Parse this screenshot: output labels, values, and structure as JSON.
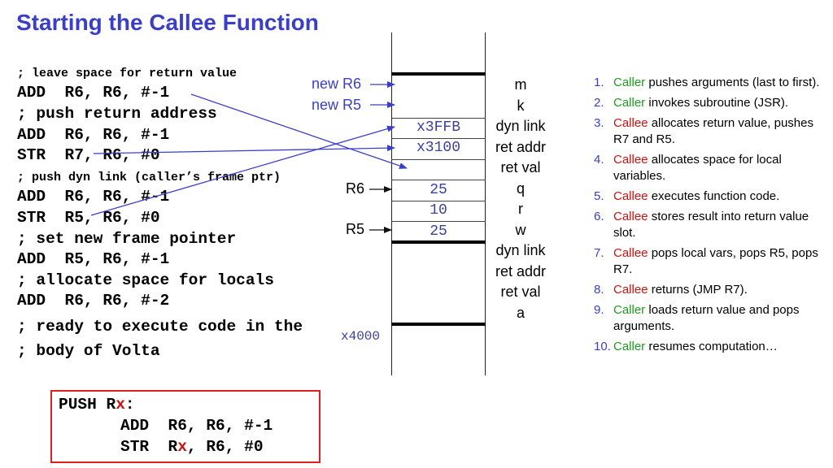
{
  "title": "Starting the Callee Function",
  "code_lines": [
    "; leave space for return value",
    "ADD  R6, R6, #-1",
    "; push return address",
    "ADD  R6, R6, #-1",
    "STR  R7, R6, #0",
    "; push dyn link (caller’s frame ptr)",
    "ADD  R6, R6, #-1",
    "STR  R5, R6, #0",
    "; set new frame pointer",
    "ADD  R5, R6, #-1",
    "; allocate space for locals",
    "ADD  R6, R6, #-2",
    "; ready to execute code in the",
    "; body of Volta"
  ],
  "stack": {
    "pointers": {
      "new_r6": "new R6",
      "new_r5": "new R5",
      "r6": "R6",
      "r5": "R5"
    },
    "cell_values": [
      "x3FFB",
      "x3100",
      "25",
      "10",
      "25"
    ],
    "frame_labels": [
      "m",
      "k",
      "dyn link",
      "ret addr",
      "ret val",
      "q",
      "r",
      "w",
      "dyn link",
      "ret addr",
      "ret val",
      "a"
    ],
    "base_address": "x4000"
  },
  "steps": [
    {
      "num": "1.",
      "actor": "Caller",
      "text": "pushes arguments (last to first)."
    },
    {
      "num": "2.",
      "actor": "Caller",
      "text": "invokes subroutine (JSR)."
    },
    {
      "num": "3.",
      "actor": "Callee",
      "text": "allocates return value, pushes R7 and R5."
    },
    {
      "num": "4.",
      "actor": "Callee",
      "text": "allocates space for local variables."
    },
    {
      "num": "5.",
      "actor": "Callee",
      "text": "executes function code."
    },
    {
      "num": "6.",
      "actor": "Callee",
      "text": "stores result into return value slot."
    },
    {
      "num": "7.",
      "actor": "Callee",
      "text": "pops local vars, pops R5, pops R7."
    },
    {
      "num": "8.",
      "actor": "Callee",
      "text": "returns (JMP R7)."
    },
    {
      "num": "9.",
      "actor": "Caller",
      "text": "loads return value and pops arguments."
    },
    {
      "num": "10.",
      "actor": "Caller",
      "text": "resumes computation…"
    }
  ],
  "push_box": {
    "line1_prefix": "PUSH R",
    "line1_reg": "x",
    "line1_suffix": ":",
    "line2": "ADD  R6, R6, #-1",
    "line3_prefix": "STR  R",
    "line3_reg": "x",
    "line3_suffix": ", R6, #0"
  },
  "colors": {
    "title": "#3b3fc8",
    "caller": "#1f9a1f",
    "callee": "#cc1111",
    "arrow": "#3b3fc8",
    "box_border": "#e02020"
  }
}
